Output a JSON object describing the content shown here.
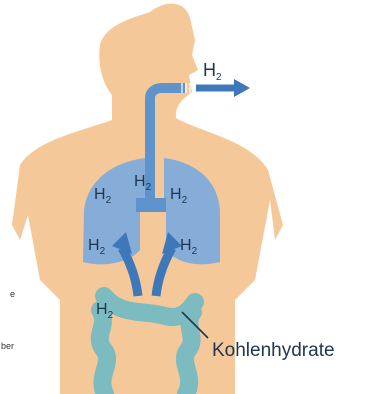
{
  "labels": {
    "h_base": "H",
    "h_sub": "2",
    "carbohydrates": "Kohlenhydrate"
  },
  "edge_fragments": {
    "left_top": "e",
    "left_bottom": "ber"
  },
  "colors": {
    "body": "#f5c89a",
    "lungs": "#86add8",
    "airway": "#5f93cb",
    "arrow": "#3f78b8",
    "intestine": "#7cbcc0",
    "text": "#1f3550"
  }
}
